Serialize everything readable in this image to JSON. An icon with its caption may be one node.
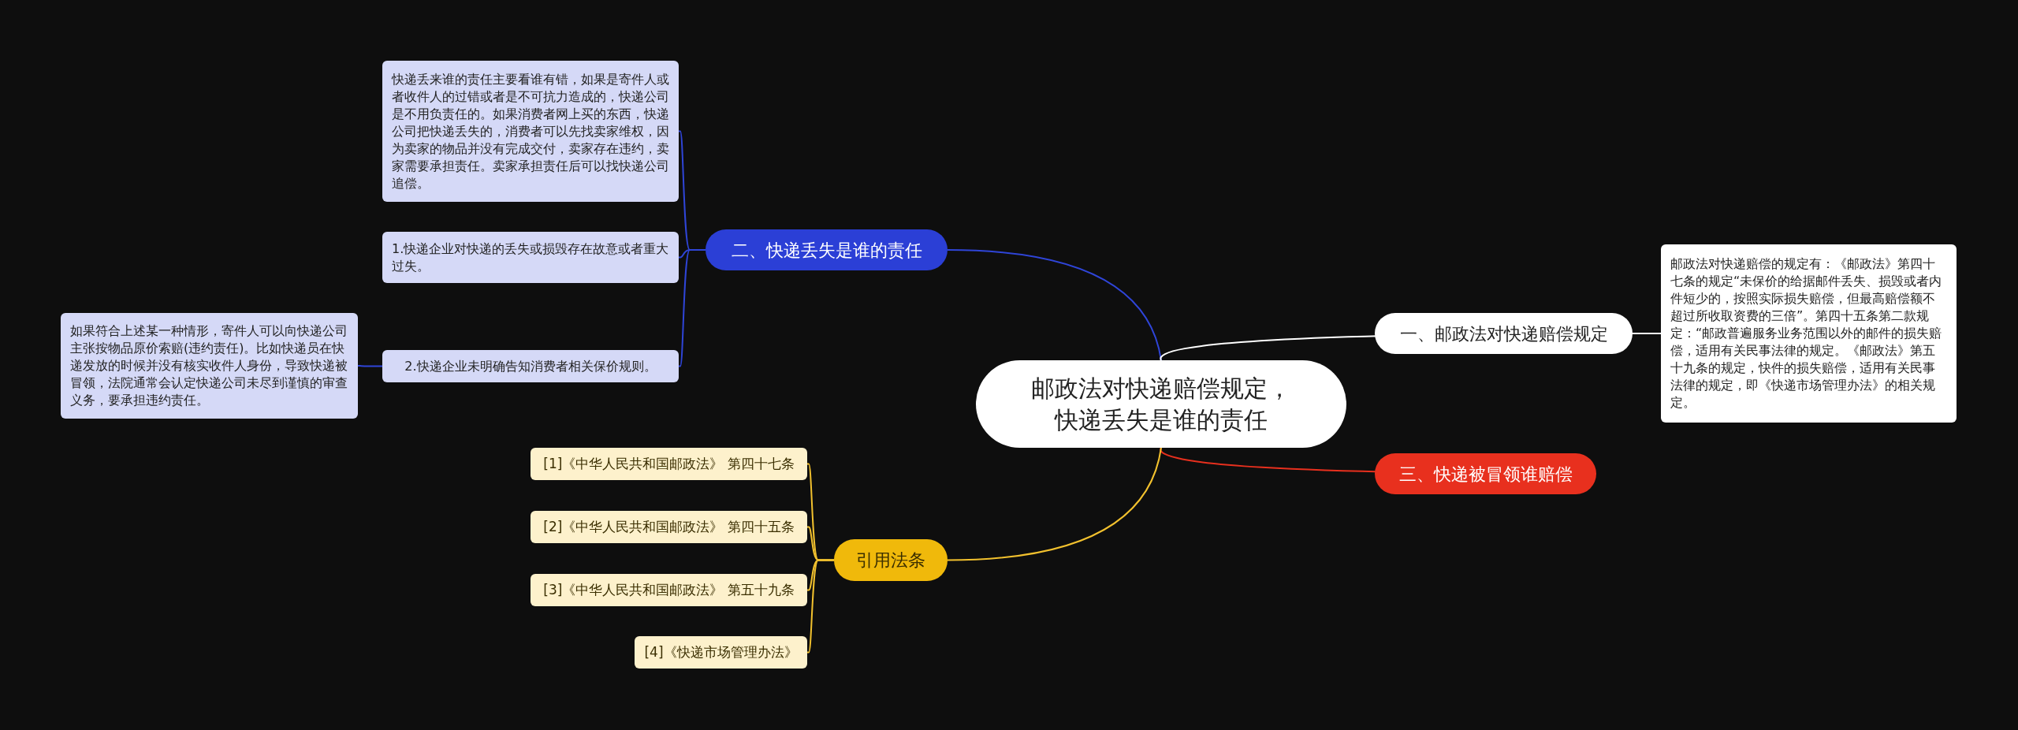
{
  "diagram": {
    "nodes": [
      {
        "text": [
          "邮政法对快递赔偿规定，快递丢失是谁的责任"
        ]
      },
      {
        "text": [
          "二、快递丢失是谁的责任"
        ]
      },
      {
        "text": [
          "快递丢来谁的责任主要看谁有错，如果是寄件人或者收件人的过错或者是不可抗力造成的，快递公司是不用负责任的。如果消费者网上买的东西，快递公司把快递丢失的，消费者可以先找卖家维权，因为卖家的物品并没有完成交付，卖家存在违约，卖家需要承担责任。卖家承担责任后可以找快递公司追偿。"
        ]
      },
      {
        "text": [
          "1.快递企业对快递的丢失或损毁存在故意或者重大过失。"
        ]
      },
      {
        "text": [
          "2.快递企业未明确告知消费者相关保价规则。"
        ]
      },
      {
        "text": [
          "如果符合上述某一种情形，寄件人可以向快递公司主张按物品原价索赔(违约责任)。比如快递员在快递发放的时候并没有核实收件人身份，导致快递被冒领，法院通常会认定快递公司未尽到谨慎的审查义务，要承担违约责任。"
        ]
      },
      {
        "text": [
          "一、邮政法对快递赔偿规定"
        ]
      },
      {
        "text": [
          "邮政法对快递赔偿的规定有：《邮政法》第四十七条的规定“未保价的给据邮件丢失、损毁或者内件短少的，按照实际损失赔偿，但最高赔偿额不超过所收取资费的三倍”。第四十五条第二款规定：“邮政普遍服务业务范围以外的邮件的损失赔偿，适用有关民事法律的规定。《邮政法》第五十九条的规定，快件的损失赔偿，适用有关民事法律的规定，即《快递市场管理办法》的相关规定。"
        ]
      },
      {
        "text": [
          "三、快递被冒领谁赔偿"
        ]
      },
      {
        "text": [
          "引用法条"
        ]
      },
      {
        "text": [
          "[1]《中华人民共和国邮政法》 第四十七条"
        ]
      },
      {
        "text": [
          "[2]《中华人民共和国邮政法》 第四十五条"
        ]
      },
      {
        "text": [
          "[3]《中华人民共和国邮政法》 第五十九条"
        ]
      },
      {
        "text": [
          "[4]《快递市场管理办法》"
        ]
      }
    ],
    "edges": [
      {
        "from": 0,
        "to": 1,
        "arrow": "none",
        "color": "#2f45d8"
      },
      {
        "from": 1,
        "to": 2,
        "arrow": "none",
        "color": "#2f45d8"
      },
      {
        "from": 1,
        "to": 3,
        "arrow": "none",
        "color": "#2f45d8"
      },
      {
        "from": 1,
        "to": 4,
        "arrow": "none",
        "color": "#2f45d8"
      },
      {
        "from": 4,
        "to": 5,
        "arrow": "none",
        "color": "#2f45d8"
      },
      {
        "from": 0,
        "to": 6,
        "arrow": "none",
        "color": "#ffffff"
      },
      {
        "from": 6,
        "to": 7,
        "arrow": "none",
        "color": "#ffffff"
      },
      {
        "from": 0,
        "to": 8,
        "arrow": "none",
        "color": "#e8301e"
      },
      {
        "from": 0,
        "to": 9,
        "arrow": "none",
        "color": "#f2c12e"
      },
      {
        "from": 9,
        "to": 10,
        "arrow": "none",
        "color": "#f2c12e"
      },
      {
        "from": 9,
        "to": 11,
        "arrow": "none",
        "color": "#f2c12e"
      },
      {
        "from": 9,
        "to": 12,
        "arrow": "none",
        "color": "#f2c12e"
      },
      {
        "from": 9,
        "to": 13,
        "arrow": "none",
        "color": "#f2c12e"
      }
    ]
  }
}
